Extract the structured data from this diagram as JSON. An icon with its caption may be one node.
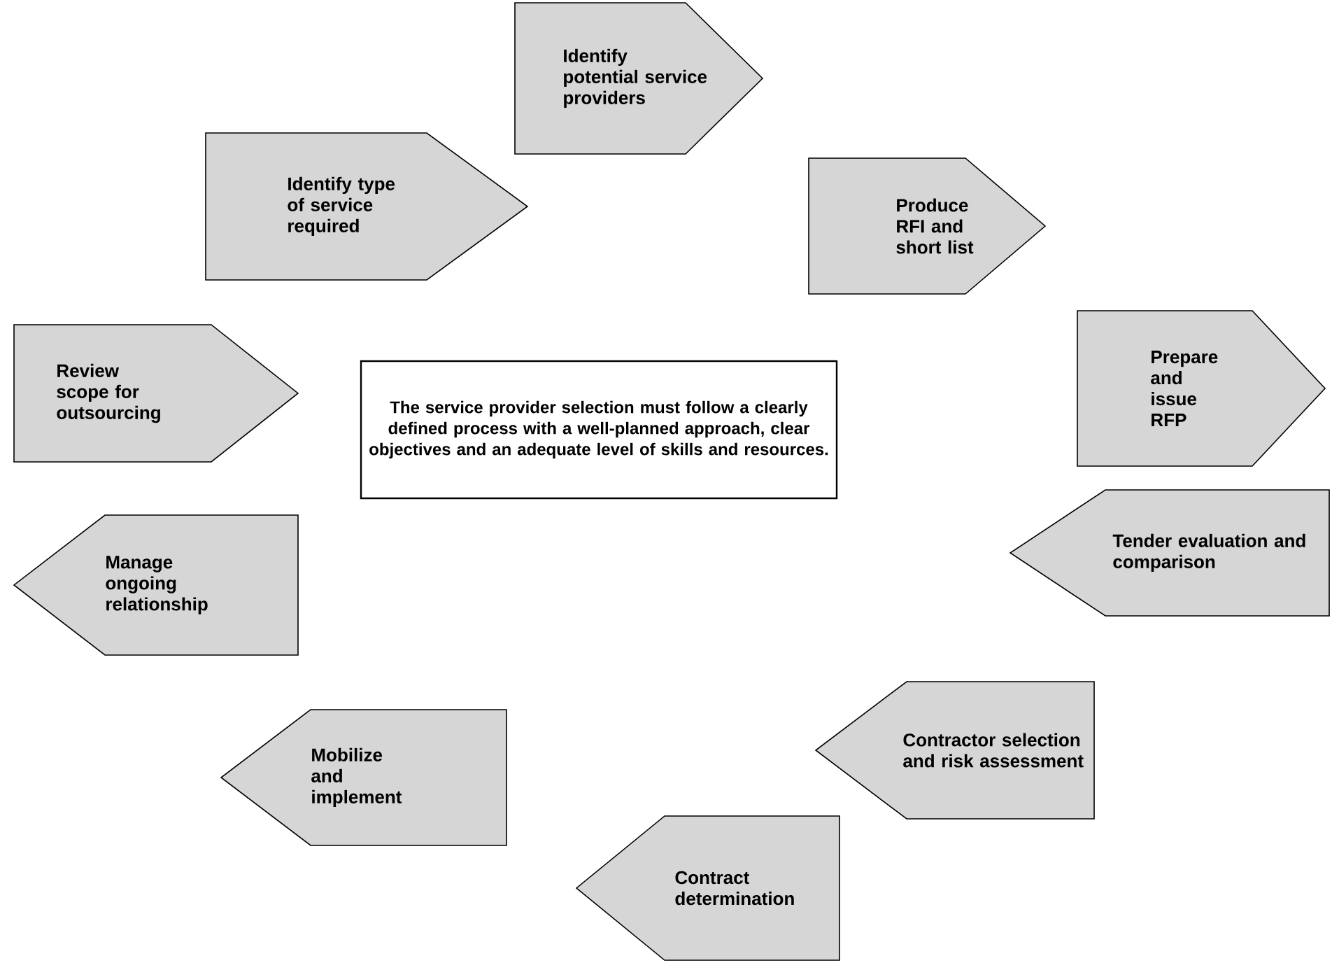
{
  "diagram": {
    "nodes": [
      {
        "text": [
          "Review scope for outsourcing"
        ]
      },
      {
        "text": [
          "Identify type of service required"
        ]
      },
      {
        "text": [
          "Identify potential service providers"
        ]
      },
      {
        "text": [
          "Produce RFI and short list"
        ]
      },
      {
        "text": [
          "Prepare and issue RFP"
        ]
      },
      {
        "text": [
          "Tender evaluation and comparison"
        ]
      },
      {
        "text": [
          "Contractor selection and risk assessment"
        ]
      },
      {
        "text": [
          "Contract determination"
        ]
      },
      {
        "text": [
          "Mobilize and implement"
        ]
      },
      {
        "text": [
          "Manage ongoing relationship"
        ]
      },
      {
        "text": [
          "The service provider selection must follow a clearly defined process with a well-planned approach, clear objectives and an adequate level of skills and resources."
        ]
      }
    ]
  }
}
